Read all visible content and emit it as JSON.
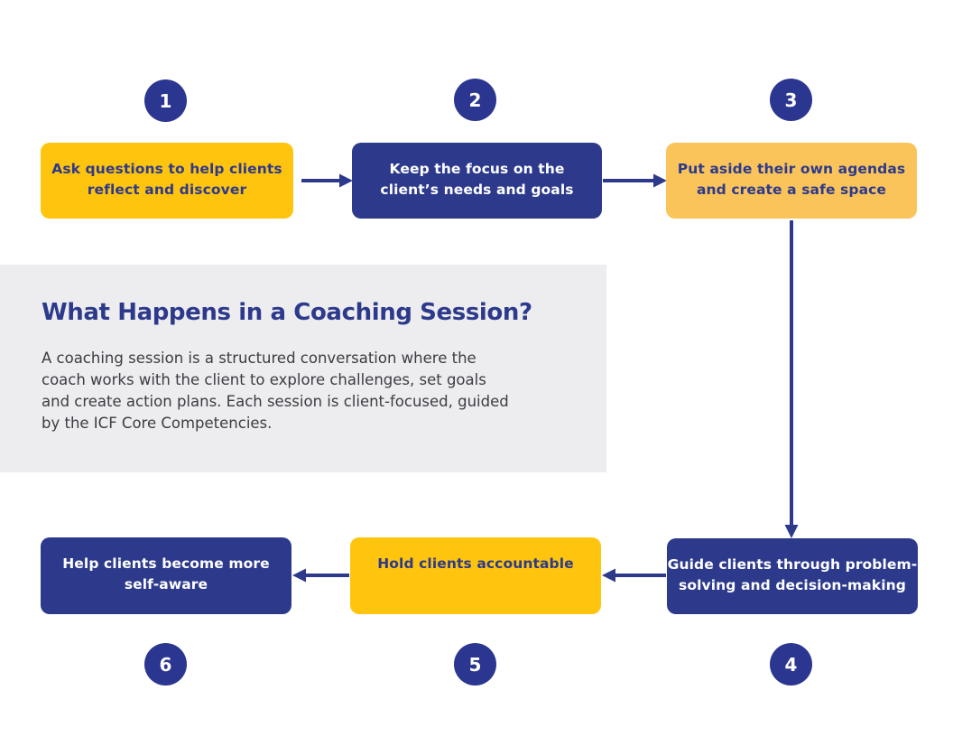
{
  "colors": {
    "dark_blue": "#2d3a8c",
    "badge_blue": "#2b3690",
    "yellow": "#ffc40d",
    "yellow_light": "#fac45a",
    "panel_gray": "#edecee",
    "body_text": "#3c3c44",
    "white": "#ffffff"
  },
  "info_panel": {
    "title": "What Happens in a Coaching Session?",
    "body": "A coaching session is a structured conversation where the\ncoach works with the client to explore challenges, set goals\nand create action plans. Each session is client-focused, guided\nby the ICF Core Competencies."
  },
  "steps": [
    {
      "number": "1",
      "label": "Ask questions to help clients\nreflect and discover",
      "style": "yellow"
    },
    {
      "number": "2",
      "label": "Keep the focus on the\nclient’s needs and goals",
      "style": "blue"
    },
    {
      "number": "3",
      "label": "Put aside their own agendas\nand create a safe space",
      "style": "yellow-light"
    },
    {
      "number": "4",
      "label": "Guide clients through problem-\nsolving and decision-making",
      "style": "blue"
    },
    {
      "number": "5",
      "label": "Hold clients accountable",
      "style": "yellow"
    },
    {
      "number": "6",
      "label": "Help clients become more\nself-aware",
      "style": "blue"
    }
  ],
  "flow": [
    "step-1 to step-2",
    "step-2 to step-3",
    "step-3 to step-4",
    "step-4 to step-5",
    "step-5 to step-6"
  ]
}
